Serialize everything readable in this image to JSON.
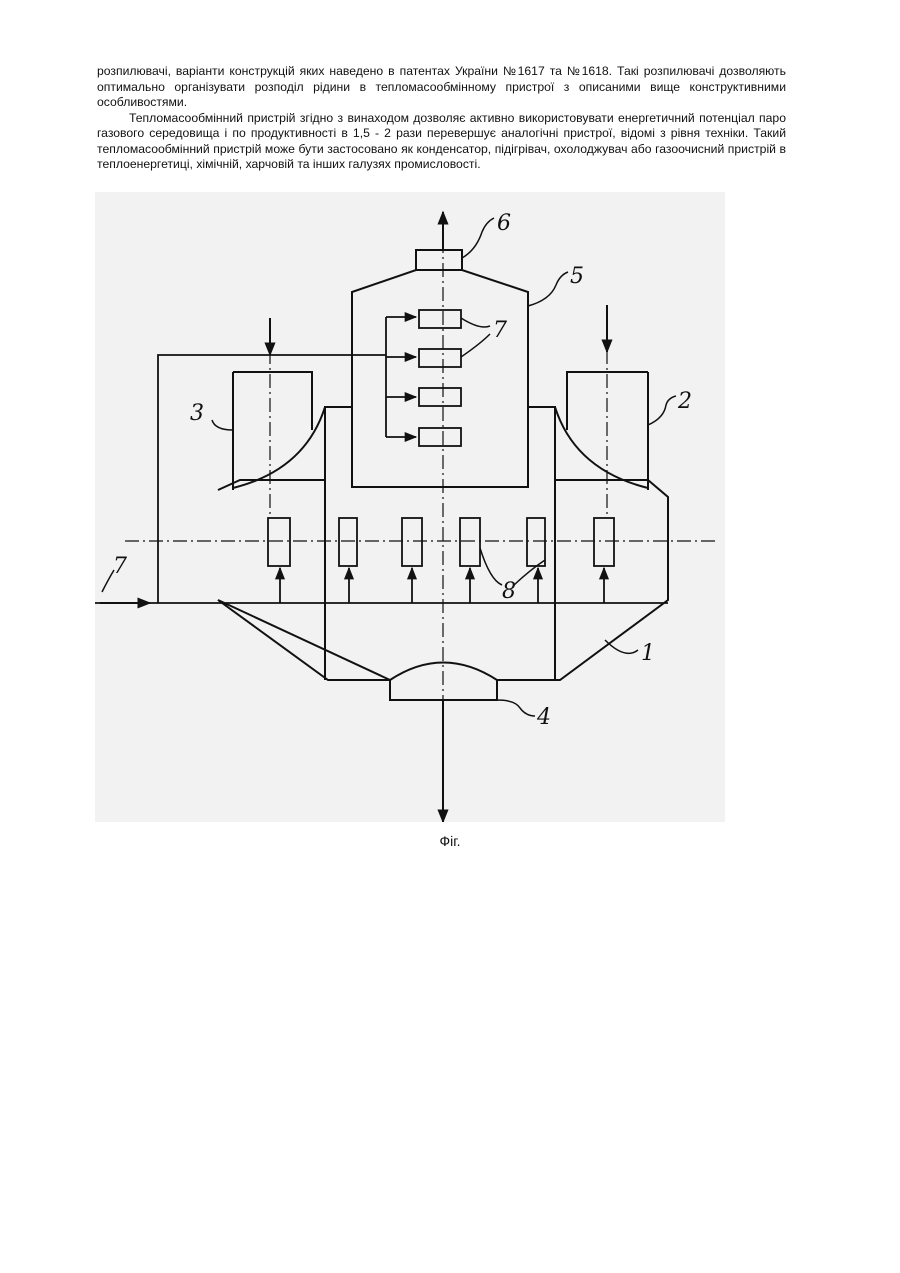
{
  "paragraphs": [
    "розпилювачі, варіанти конструкцій яких наведено в патентах України №1617 та №1618. Такі розпилювачі дозволяють оптимально організувати розподіл рідини в тепломасообмінному пристрої з описаними вище конструктивними особливостями.",
    "Тепломасообмінний пристрій згідно з винаходом дозволяє активно використовувати енергетичний потенціал паро газового середовища і по продуктивності в 1,5 - 2 рази перевершує аналогічні пристрої, відомі з рівня техніки. Такий тепломасообмінний пристрій може бути застосовано як конденсатор, підігрівач, охолоджувач або газоочисний пристрій в теплоенергетиці, хімічній, харчовій та інших галузях промисловості."
  ],
  "figure": {
    "caption": "Фіг.",
    "labels": {
      "l1": "1",
      "l2": "2",
      "l3": "3",
      "l4": "4",
      "l5": "5",
      "l6": "6",
      "l7a": "7",
      "l7b": "7",
      "l8": "8"
    }
  }
}
